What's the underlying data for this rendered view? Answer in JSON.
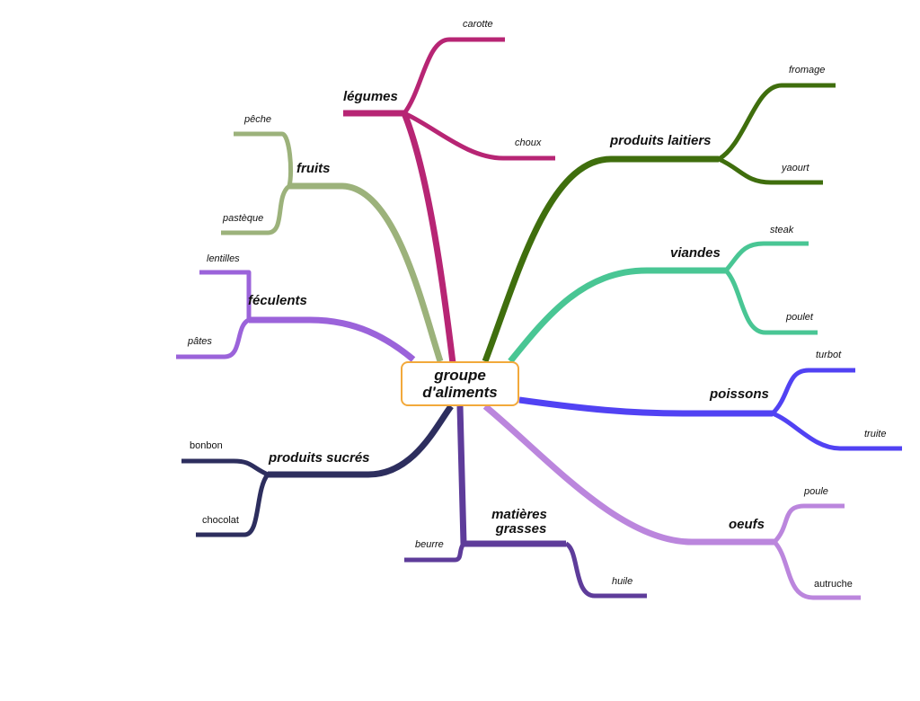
{
  "central": {
    "line1": "groupe",
    "line2": "d'aliments",
    "border_color": "#f2a93b"
  },
  "branches": {
    "legumes": {
      "label": "légumes",
      "color": "#b72574",
      "leaves": [
        "carotte",
        "choux"
      ]
    },
    "fruits": {
      "label": "fruits",
      "color": "#9cb27b",
      "leaves": [
        "pêche",
        "pastèque"
      ]
    },
    "feculents": {
      "label": "féculents",
      "color": "#9b63da",
      "leaves": [
        "lentilles",
        "pâtes"
      ]
    },
    "sucres": {
      "label": "produits sucrés",
      "color": "#2d2e5e",
      "leaves": [
        "bonbon",
        "chocolat"
      ]
    },
    "matieres": {
      "label_line1": "matières",
      "label_line2": "grasses",
      "color": "#5e3c9a",
      "leaves": [
        "beurre",
        "huile"
      ]
    },
    "laitiers": {
      "label": "produits laitiers",
      "color": "#3f6e0d",
      "leaves": [
        "fromage",
        "yaourt"
      ]
    },
    "viandes": {
      "label": "viandes",
      "color": "#49c694",
      "leaves": [
        "steak",
        "poulet"
      ]
    },
    "poissons": {
      "label": "poissons",
      "color": "#5142f3",
      "leaves": [
        "turbot",
        "truite"
      ]
    },
    "oeufs": {
      "label": "oeufs",
      "color": "#bb86dd",
      "leaves": [
        "poule",
        "autruche"
      ]
    }
  }
}
